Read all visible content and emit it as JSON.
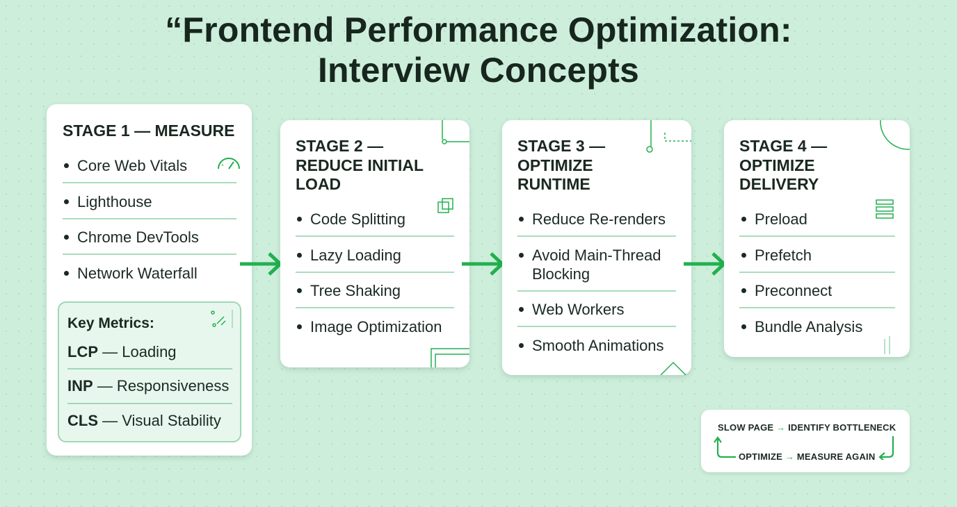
{
  "title": {
    "line1": "“Frontend Performance Optimization:",
    "line2": "Interview Concepts"
  },
  "stages": [
    {
      "title_lines": [
        "STAGE 1 — MEASURE"
      ],
      "items": [
        "Core Web Vitals",
        "Lighthouse",
        "Chrome DevTools",
        "Network Waterfall"
      ],
      "icon": "gauge-icon"
    },
    {
      "title_lines": [
        "STAGE 2 —",
        "REDUCE INITIAL",
        "LOAD"
      ],
      "items": [
        "Code Splitting",
        "Lazy Loading",
        "Tree Shaking",
        "Image Optimization"
      ],
      "icon": "layers-icon"
    },
    {
      "title_lines": [
        "STAGE 3 —",
        "OPTIMIZE",
        "RUNTIME"
      ],
      "items": [
        "Reduce Re-renders",
        "Avoid Main-Thread",
        "Blocking",
        "Web Workers",
        "Smooth Animations"
      ],
      "icon": "circuit-icon"
    },
    {
      "title_lines": [
        "STAGE 4 —",
        "OPTIMIZE",
        "DELIVERY"
      ],
      "items": [
        "Preload",
        "Prefetch",
        "Preconnect",
        "Bundle Analysis"
      ],
      "icon": "server-icon"
    }
  ],
  "key_metrics": {
    "title": "Key Metrics:",
    "metrics": [
      {
        "abbr": "LCP",
        "label": "— Loading"
      },
      {
        "abbr": "INP",
        "label": "— Responsiveness"
      },
      {
        "abbr": "CLS",
        "label": "— Visual Stability"
      }
    ]
  },
  "loop": {
    "step1": "SLOW PAGE",
    "step2": "IDENTIFY BOTTLENECK",
    "step3": "OPTIMIZE",
    "step4": "MEASURE AGAIN",
    "arrow": "→"
  },
  "colors": {
    "background": "#cdeedb",
    "accent_green": "#22b04f",
    "divider": "#a9dcbc",
    "card": "#ffffff"
  }
}
